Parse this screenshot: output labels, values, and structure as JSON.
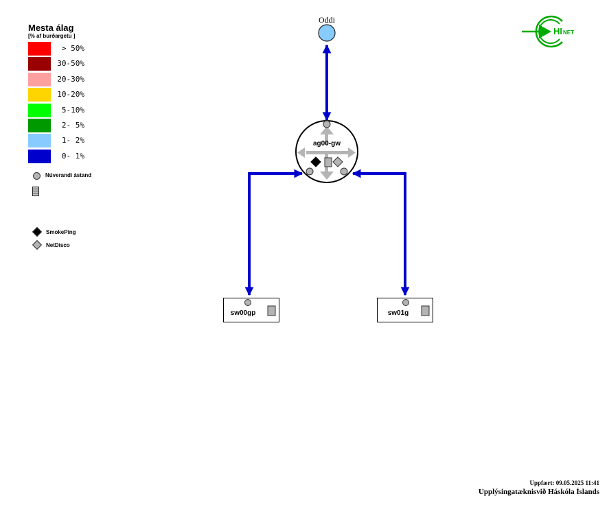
{
  "legend": {
    "title": "Mesta álag",
    "subtitle": "[% af burðargetu ]",
    "scale": [
      {
        "label": "> 50%",
        "color": "#ff0000"
      },
      {
        "label": "30-50%",
        "color": "#990000"
      },
      {
        "label": "20-30%",
        "color": "#ffa0a0"
      },
      {
        "label": "10-20%",
        "color": "#ffd500"
      },
      {
        "label": "5-10%",
        "color": "#00ff00"
      },
      {
        "label": "2- 5%",
        "color": "#009900"
      },
      {
        "label": "1- 2%",
        "color": "#88ccff"
      },
      {
        "label": "0- 1%",
        "color": "#0000cc"
      }
    ],
    "status_label": "Núverandi ástand",
    "smokeping_label": "SmokePing",
    "netdisco_label": "NetDisco"
  },
  "nodes": {
    "oddi": "Oddi",
    "gateway": "ag00-gw",
    "switch_left": "sw00gp",
    "switch_right": "sw01g"
  },
  "links": {
    "color": "#0000cc",
    "load_band": "0- 1%"
  },
  "logo": {
    "text_main": "HI",
    "text_sub": "NET",
    "color": "#00aa00"
  },
  "footer": {
    "updated": "Uppfært: 09.05.2025 11:41",
    "org": "Upplýsingatæknisvið Háskóla Íslands"
  }
}
